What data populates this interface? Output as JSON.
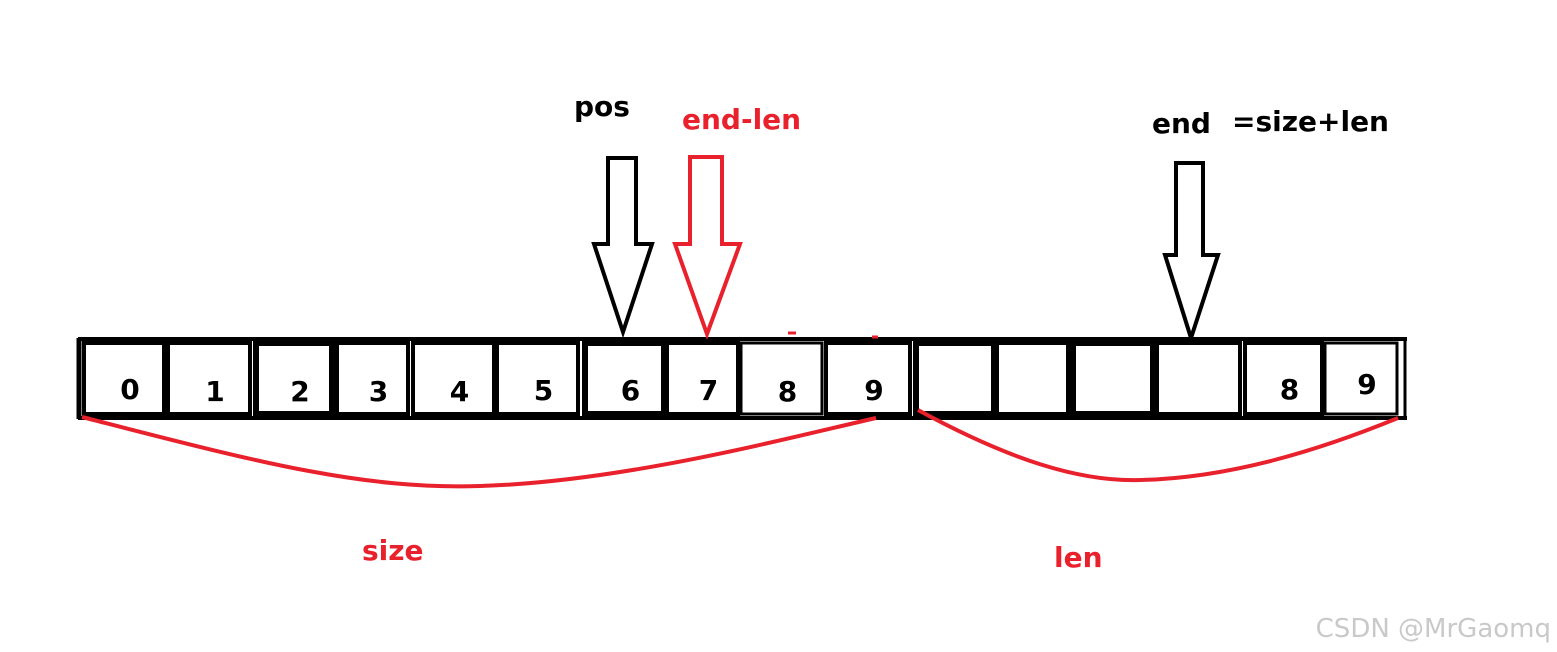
{
  "labels": {
    "pos": "pos",
    "end_minus_len": "end-len",
    "end": "end",
    "end_formula": "=size+len",
    "size": "size",
    "len": "len"
  },
  "cells": [
    "0",
    "1",
    "2",
    "3",
    "4",
    "5",
    "6",
    "7",
    "8",
    "9",
    "",
    "",
    "",
    "",
    "8",
    "9"
  ],
  "watermark": "CSDN @MrGaomq",
  "colors": {
    "ink": "#000000",
    "accent": "#e8212c",
    "watermark": "#c9c9c9",
    "background": "#ffffff"
  }
}
